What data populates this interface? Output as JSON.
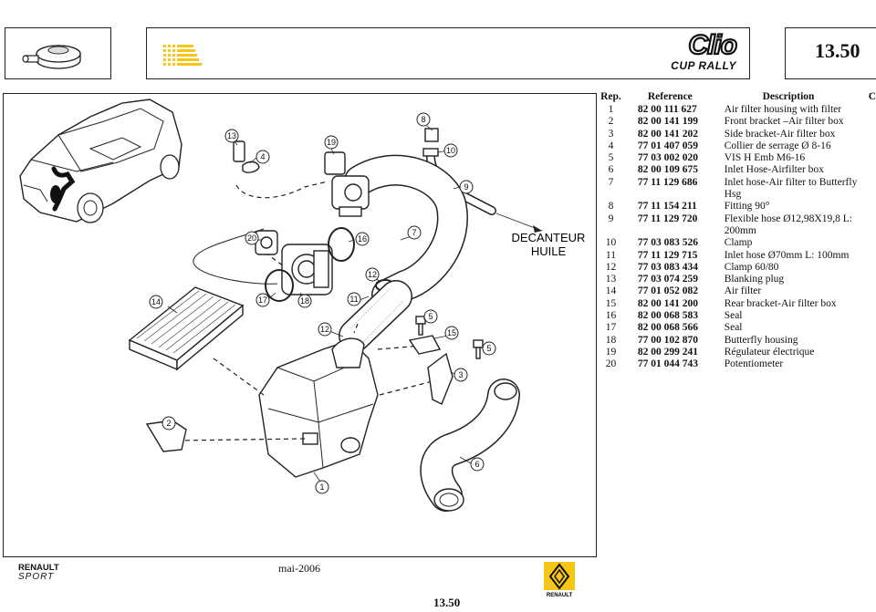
{
  "header": {
    "logo_main": "Clio",
    "logo_sub": "CUP RALLY",
    "page_number": "13.50"
  },
  "diagram": {
    "callout_decanteur_line1": "DECANTEUR",
    "callout_decanteur_line2": "HUILE",
    "labels": [
      "1",
      "2",
      "3",
      "4",
      "5",
      "5",
      "6",
      "7",
      "8",
      "9",
      "10",
      "11",
      "12",
      "12",
      "13",
      "14",
      "15",
      "16",
      "17",
      "18",
      "19",
      "20"
    ]
  },
  "table": {
    "headers": {
      "rep": "Rep.",
      "reference": "Reference",
      "description": "Description",
      "extra": "C"
    },
    "rows": [
      {
        "rep": "1",
        "ref": "82 00 111 627",
        "desc": "Air filter housing with filter"
      },
      {
        "rep": "2",
        "ref": "82 00 141 199",
        "desc": "Front bracket –Air filter box"
      },
      {
        "rep": "3",
        "ref": "82 00 141 202",
        "desc": "Side bracket-Air filter box"
      },
      {
        "rep": "4",
        "ref": "77 01 407 059",
        "desc": "Collier de serrage Ø 8-16"
      },
      {
        "rep": "5",
        "ref": "77 03 002 020",
        "desc": "VIS H Emb M6-16"
      },
      {
        "rep": "6",
        "ref": "82 00 109 675",
        "desc": "Inlet Hose-Airfilter box"
      },
      {
        "rep": "7",
        "ref": "77 11 129 686",
        "desc": "Inlet hose-Air filter to Butterfly Hsg"
      },
      {
        "rep": "8",
        "ref": "77 11 154 211",
        "desc": "Fitting 90°"
      },
      {
        "rep": "9",
        "ref": "77 11 129 720",
        "desc": "Flexible hose Ø12,98X19,8 L: 200mm"
      },
      {
        "rep": "10",
        "ref": "77 03 083 526",
        "desc": "Clamp"
      },
      {
        "rep": "11",
        "ref": "77 11 129 715",
        "desc": "Inlet hose Ø70mm L: 100mm"
      },
      {
        "rep": "12",
        "ref": "77 03 083 434",
        "desc": "Clamp 60/80"
      },
      {
        "rep": "13",
        "ref": "77 03 074 259",
        "desc": "Blanking plug"
      },
      {
        "rep": "14",
        "ref": "77 01 052 082",
        "desc": "Air filter"
      },
      {
        "rep": "15",
        "ref": "82 00 141 200",
        "desc": "Rear bracket-Air filter box"
      },
      {
        "rep": "16",
        "ref": "82 00 068 583",
        "desc": "Seal"
      },
      {
        "rep": "17",
        "ref": "82 00 068 566",
        "desc": "Seal"
      },
      {
        "rep": "18",
        "ref": "77 00 102 870",
        "desc": "Butterfly housing"
      },
      {
        "rep": "19",
        "ref": "82 00 299 241",
        "desc": "Régulateur électrique"
      },
      {
        "rep": "20",
        "ref": "77 01 044 743",
        "desc": "Potentiometer"
      }
    ]
  },
  "footer": {
    "brand_line1": "RENAULT",
    "brand_line2": "SPORT",
    "date": "mai-2006",
    "page_number": "13.50",
    "badge_text": "RENAULT"
  },
  "colors": {
    "accent_yellow": "#f5c518",
    "ink": "#111111"
  }
}
